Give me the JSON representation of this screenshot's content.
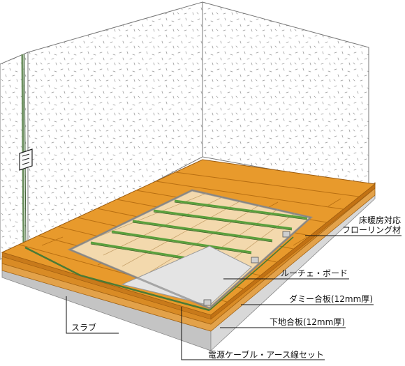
{
  "labels": {
    "flooring_line1": "床暖房対応",
    "flooring_line2": "フローリング材",
    "lucie_board": "ルーチェ・ボード",
    "dummy_plywood": "ダミー合板(12mm厚)",
    "base_plywood": "下地合板(12mm厚)",
    "slab": "スラブ",
    "cable_set": "電源ケーブル・アース線セット"
  },
  "icons": {
    "wall_outlet": "power-outlet-icon"
  },
  "colors": {
    "wood": "#e89a2c",
    "wood_dark": "#b86f12",
    "board": "#f3d9ad",
    "heater_panel": "#e4e4e4",
    "green_strip": "#5aa03c",
    "slab": "#bdbdbd"
  }
}
